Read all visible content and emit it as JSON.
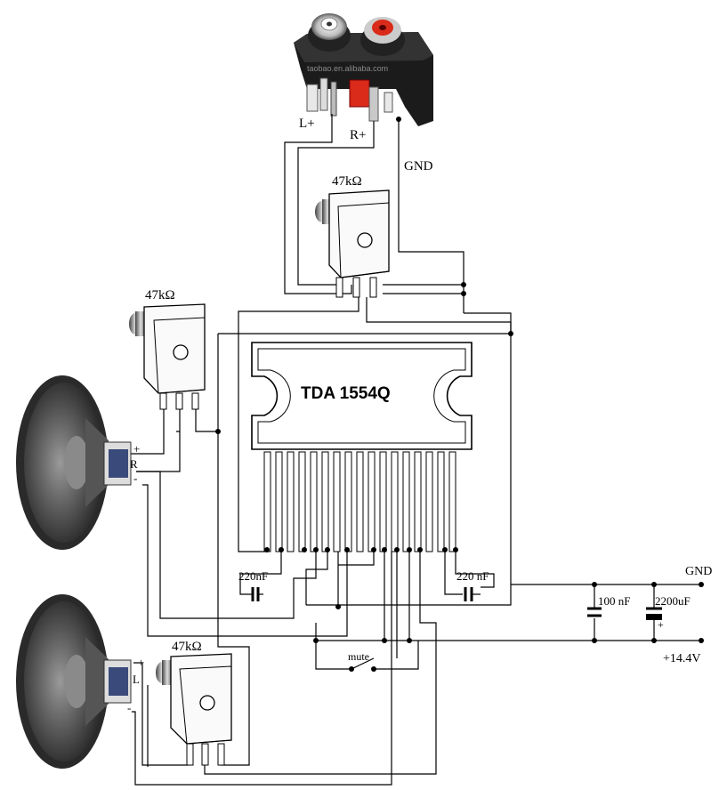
{
  "labels": {
    "ic_name": "TDA 1554Q",
    "rca_left": "L+",
    "rca_right": "R+",
    "gnd_top": "GND",
    "gnd_right": "GND",
    "pot_top": "47kΩ",
    "pot_left": "47kΩ",
    "pot_bottom": "47kΩ",
    "cap_left": "220nF",
    "cap_right": "220 nF",
    "cap_100": "100 nF",
    "cap_2200": "2200uF",
    "plus_sign": "+",
    "supply": "+14.4V",
    "mute": "mute",
    "spk_top_plus": "+",
    "spk_top_channel": "R",
    "spk_top_minus": "-",
    "spk_bottom_plus": "+",
    "spk_bottom_channel": "L",
    "spk_bottom_minus": "-",
    "watermark": "taobao.en.alibaba.com"
  },
  "colors": {
    "rca_red": "#d92a1a",
    "rca_black": "#1b1b1b",
    "wire": "#000000"
  }
}
